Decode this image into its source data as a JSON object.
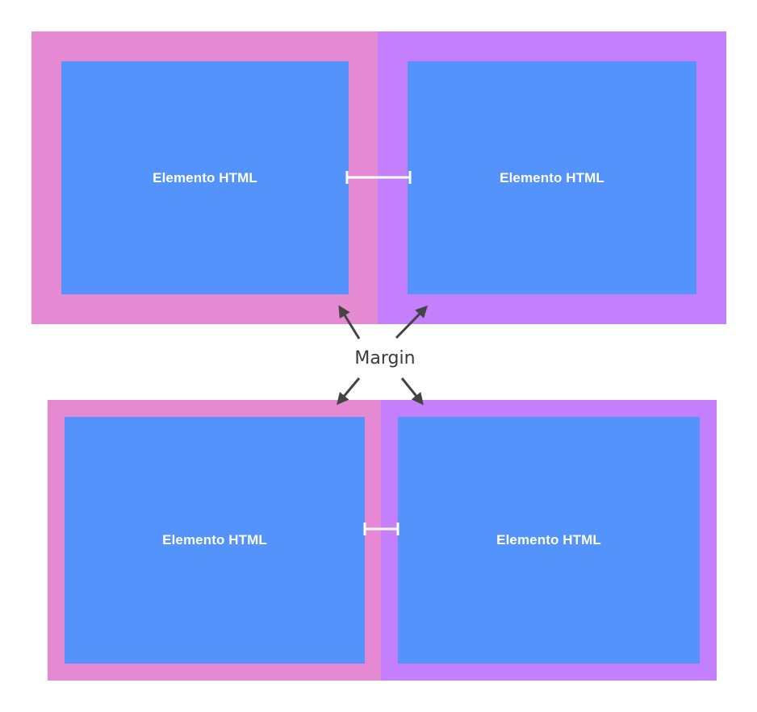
{
  "colors": {
    "background": "#ffffff",
    "margin_left": "#e589d3",
    "margin_right": "#c37ffc",
    "element": "#5393fb",
    "element_text": "#ffffff",
    "measure_line": "#ffffff",
    "arrow": "#444444",
    "label_text": "#3a3a3a"
  },
  "center_label": "Margin",
  "rows": [
    {
      "boxes": [
        {
          "margin_color": "margin_left",
          "label": "Elemento HTML"
        },
        {
          "margin_color": "margin_right",
          "label": "Elemento HTML"
        }
      ]
    },
    {
      "boxes": [
        {
          "margin_color": "margin_left",
          "label": "Elemento HTML"
        },
        {
          "margin_color": "margin_right",
          "label": "Elemento HTML"
        }
      ]
    }
  ],
  "icons": {
    "measure": "dimension-line-icon",
    "pointer": "arrow-icon"
  }
}
